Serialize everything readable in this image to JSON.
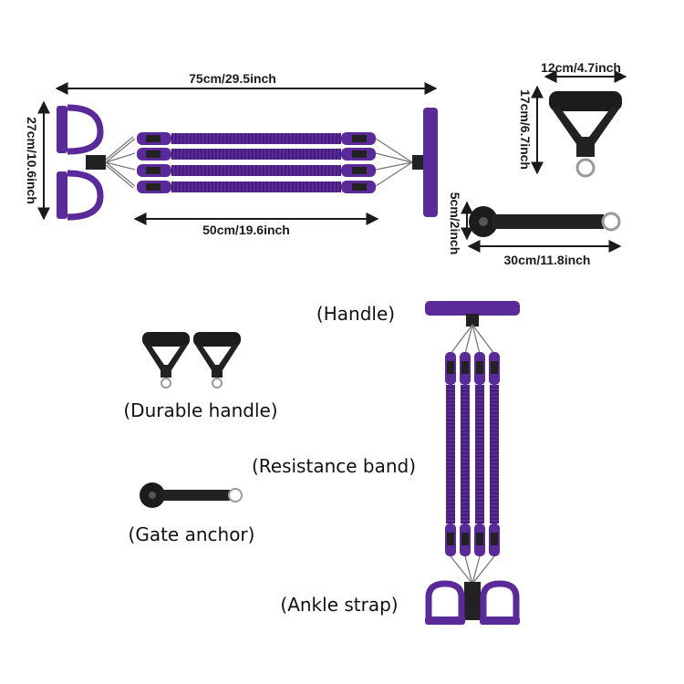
{
  "dimensions": {
    "total_length": "75cm/29.5inch",
    "band_length": "50cm/19.6inch",
    "pedal_width": "27cm/10.6inch",
    "handle_width": "12cm/4.7inch",
    "handle_height": "17cm/6.7inch",
    "anchor_width": "5cm/2inch",
    "anchor_length": "30cm/11.8inch"
  },
  "labels": {
    "handle": "(Handle)",
    "durable_handle": "(Durable handle)",
    "resistance_band": "(Resistance band)",
    "gate_anchor": "(Gate anchor)",
    "ankle_strap": "(Ankle strap)"
  },
  "colors": {
    "band_purple": "#5a2a9a",
    "band_dark": "#3d1a6e",
    "foam_black": "#1c1c1c",
    "strap_black": "#222222",
    "metal": "#9a9a9a"
  }
}
